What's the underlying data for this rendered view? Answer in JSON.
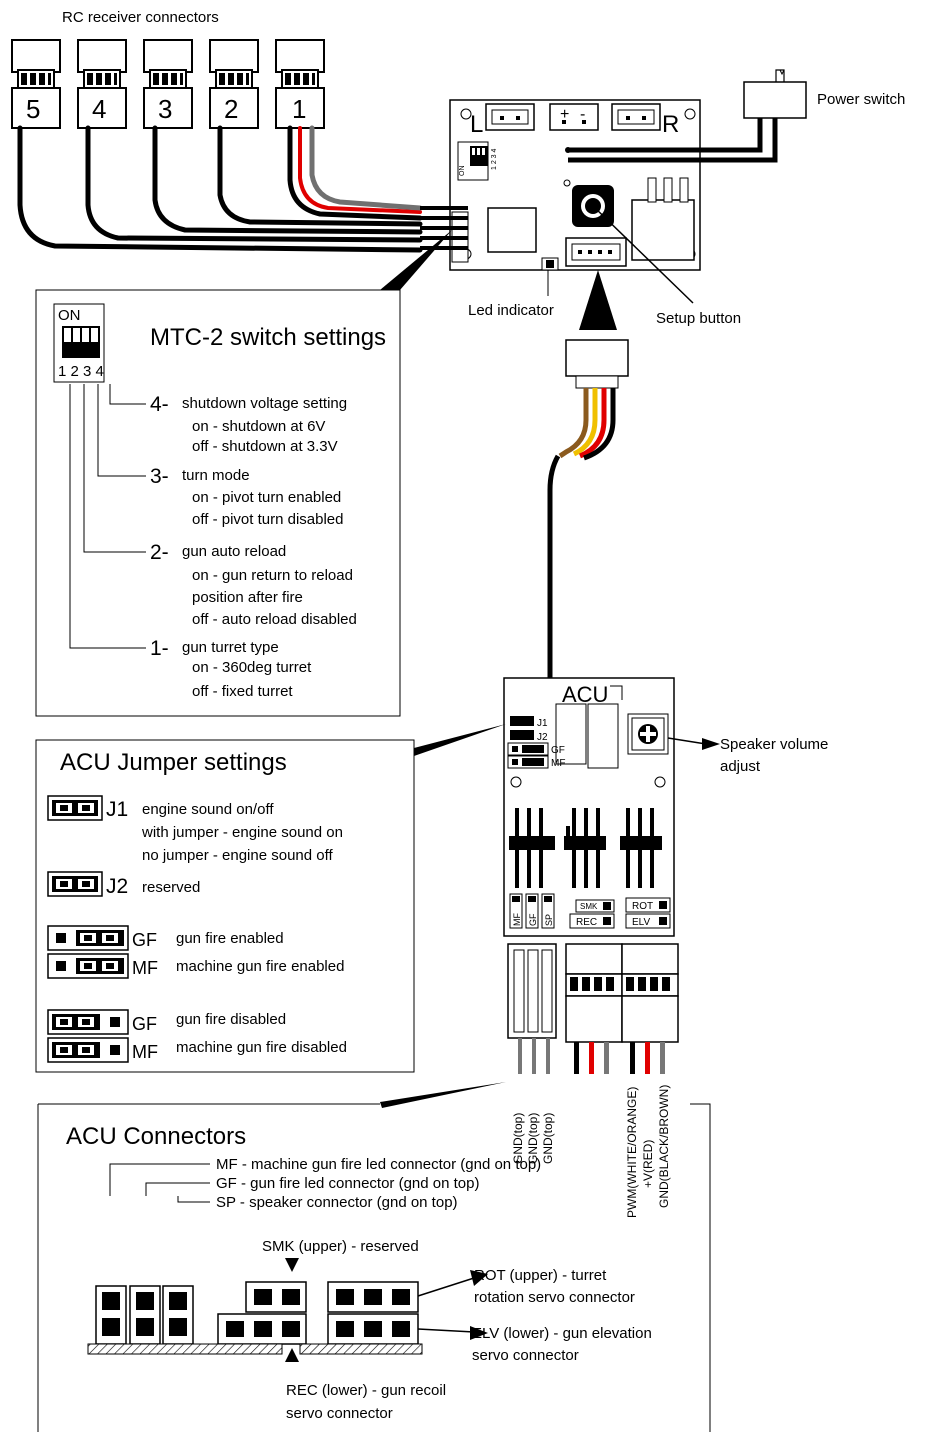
{
  "top": {
    "rc_title": "RC receiver connectors",
    "connectors": [
      "5",
      "4",
      "3",
      "2",
      "1"
    ],
    "power_switch": "Power switch",
    "board_L": "L",
    "board_R": "R",
    "board_plus": "+",
    "board_minus": "-",
    "dip_on": "ON",
    "dip_nums": "1 2 3 4",
    "led": "Led indicator",
    "setup": "Setup button"
  },
  "mtc": {
    "on": "ON",
    "nums": "1 2 3 4",
    "title": "MTC-2 switch settings",
    "s4_label": "4-",
    "s4_title": "shutdown voltage setting",
    "s4_l1": "on - shutdown at 6V",
    "s4_l2": "off - shutdown at 3.3V",
    "s3_label": "3-",
    "s3_title": "turn mode",
    "s3_l1": "on - pivot turn enabled",
    "s3_l2": "off - pivot turn disabled",
    "s2_label": "2-",
    "s2_title": "gun auto reload",
    "s2_l1": "on - gun return to reload",
    "s2_l2": "position after fire",
    "s2_l3": "off - auto reload disabled",
    "s1_label": "1-",
    "s1_title": "gun turret type",
    "s1_l1": "on - 360deg turret",
    "s1_l2": "off - fixed turret"
  },
  "acu_board": {
    "title": "ACU",
    "j1": "J1",
    "j2": "J2",
    "gf": "GF",
    "mf": "MF",
    "speaker": "Speaker volume",
    "speaker2": "adjust",
    "pin_mf": "MF",
    "pin_gf": "GF",
    "pin_sp": "SP",
    "smk": "SMK",
    "rec": "REC",
    "rot": "ROT",
    "elv": "ELV"
  },
  "jumpers": {
    "title": "ACU Jumper settings",
    "j1": "J1",
    "j1_title": "engine sound on/off",
    "j1_l1": "with jumper - engine sound on",
    "j1_l2": "no jumper - engine sound off",
    "j2": "J2",
    "j2_desc": "reserved",
    "gf": "GF",
    "gf_en": "gun fire enabled",
    "mf": "MF",
    "mf_en": "machine gun fire  enabled",
    "gf2": "GF",
    "gf_dis": "gun fire disabled",
    "mf2": "MF",
    "mf_dis": "machine gun fire disabled"
  },
  "wires": {
    "gnd": "GND(top)",
    "pwm": "PWM(WHITE/ORANGE)",
    "vplus": "+V(RED)",
    "gndb": "GND(BLACK/BROWN)"
  },
  "connectors": {
    "title": "ACU Connectors",
    "mf": "MF - machine gun fire led connector  (gnd on top)",
    "gf": "GF - gun fire led connector  (gnd on top)",
    "sp": "SP - speaker connector (gnd on top)",
    "smk": "SMK (upper) - reserved",
    "rot1": "ROT (upper) - turret",
    "rot2": "rotation  servo connector",
    "elv1": "ELV (lower) - gun elevation",
    "elv2": "servo connector",
    "rec1": "REC (lower) - gun recoil",
    "rec2": "servo connector"
  }
}
